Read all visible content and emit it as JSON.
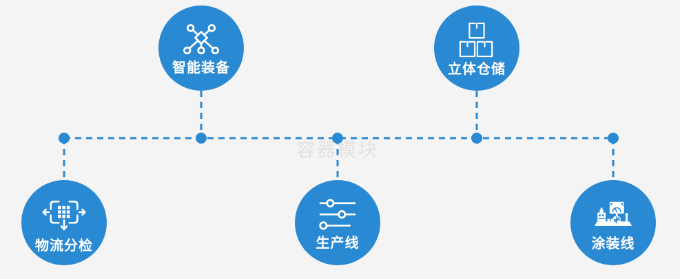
{
  "watermark": {
    "text": "容器模块"
  },
  "colors": {
    "background": "#f4f4f4",
    "accent": "#2a89d3",
    "connector": "#2a89d3",
    "icon": "#ffffff",
    "label": "#ffffff",
    "watermark": "#e1e1e1"
  },
  "nodes": [
    {
      "id": "smart-equipment",
      "label": "智能装备",
      "icon": "network-nodes-icon",
      "position": "top-left"
    },
    {
      "id": "warehouse",
      "label": "立体仓储",
      "icon": "stacked-boxes-icon",
      "position": "top-right"
    },
    {
      "id": "logistics-sorting",
      "label": "物流分检",
      "icon": "sorting-arrows-icon",
      "position": "bottom-left"
    },
    {
      "id": "production-line",
      "label": "生产线",
      "icon": "sliders-icon",
      "position": "bottom-center"
    },
    {
      "id": "painting-line",
      "label": "涂装线",
      "icon": "machine-monitor-icon",
      "position": "bottom-right"
    }
  ]
}
